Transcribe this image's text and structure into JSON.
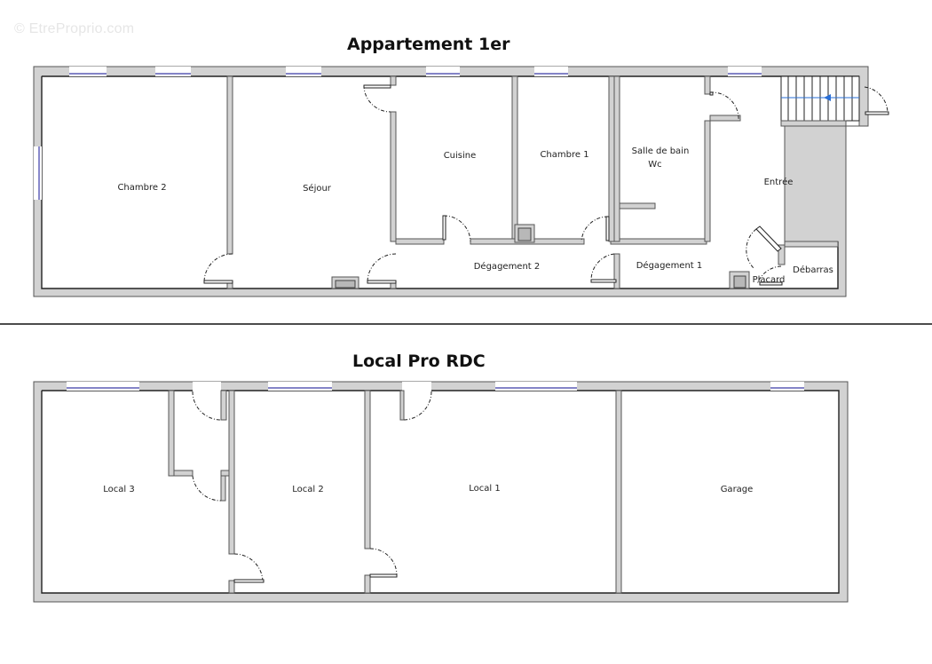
{
  "watermark": "© EtreProprio.com",
  "plans": [
    {
      "title": "Appartement 1er",
      "rooms": [
        {
          "label": "Chambre 2"
        },
        {
          "label": "Séjour"
        },
        {
          "label": "Cuisine"
        },
        {
          "label": "Chambre 1"
        },
        {
          "label": "Salle de bain",
          "label2": "Wc"
        },
        {
          "label": "Entrée"
        },
        {
          "label": "Dégagement 2"
        },
        {
          "label": "Dégagement 1"
        },
        {
          "label": "Débarras"
        },
        {
          "label": "Placard"
        }
      ]
    },
    {
      "title": "Local Pro RDC",
      "rooms": [
        {
          "label": "Local 3"
        },
        {
          "label": "Local 2"
        },
        {
          "label": "Local 1"
        },
        {
          "label": "Garage"
        }
      ]
    }
  ],
  "colors": {
    "wall_fill": "#d2d2d2",
    "wall_edge": "#222222",
    "window": "#3a3aa8",
    "stair_arrow": "#2a6fd6"
  }
}
